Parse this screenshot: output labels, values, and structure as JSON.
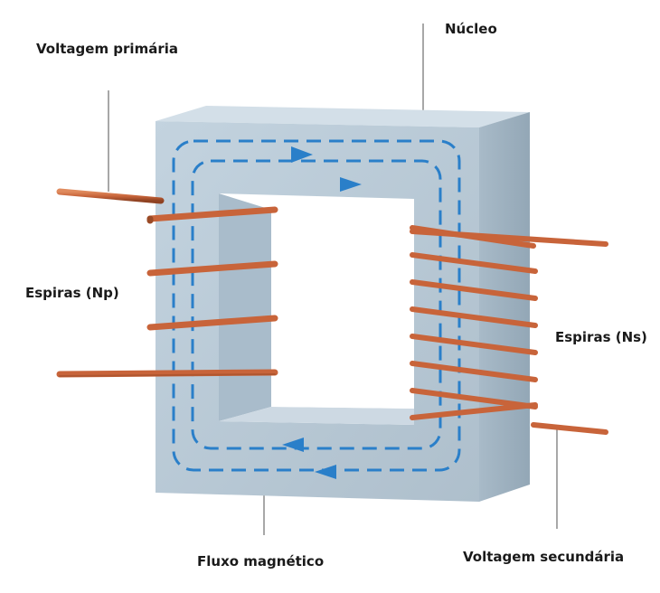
{
  "labels": {
    "primary_voltage": "Voltagem primária",
    "core": "Núcleo",
    "primary_turns": "Espiras (Np)",
    "secondary_turns": "Espiras (Ns)",
    "magnetic_flux": "Fluxo magnético",
    "secondary_voltage": "Voltagem secundária"
  },
  "colors": {
    "core_front": "#b7c9d6",
    "core_top": "#d5e1ea",
    "core_side": "#9db1c0",
    "core_window_wall": "#c8d6e0",
    "flux": "#2a7fc9",
    "copper": "#c8643a",
    "copper_dark": "#9a4a26",
    "leader": "#7a7a7a"
  },
  "icons": {
    "flux_arrow": "arrowhead-icon"
  }
}
